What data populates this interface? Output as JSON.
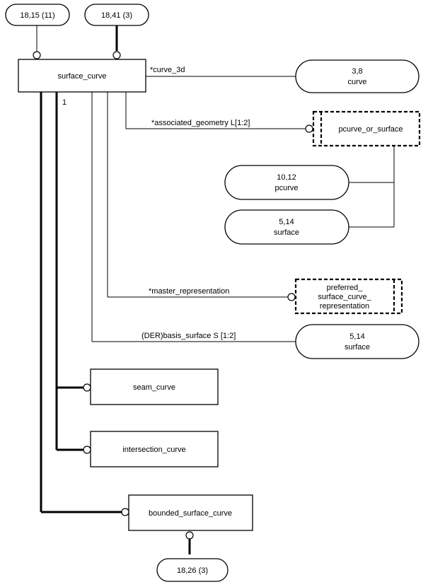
{
  "references": {
    "ref_top_left": "18,15 (11)",
    "ref_top_right": "18,41 (3)",
    "ref_bottom": "18,26 (3)"
  },
  "entities": {
    "surface_curve": "surface_curve",
    "seam_curve": "seam_curve",
    "intersection_curve": "intersection_curve",
    "bounded_surface_curve": "bounded_surface_curve"
  },
  "types": {
    "pcurve_or_surface": "pcurve_or_surface",
    "preferred_line1": "preferred_",
    "preferred_line2": "surface_curve_",
    "preferred_line3": "representation"
  },
  "targets": {
    "curve_3d_ref": "3,8",
    "curve_3d_name": "curve",
    "pcurve_ref": "10,12",
    "pcurve_name": "pcurve",
    "surface_ref": "5,14",
    "surface_name": "surface",
    "basis_ref": "5,14",
    "basis_name": "surface"
  },
  "attributes": {
    "curve_3d": "*curve_3d",
    "associated_geometry": "*associated_geometry L[1:2]",
    "master_representation": "*master_representation",
    "basis_surface": "(DER)basis_surface S [1:2]",
    "cardinality_one": "1"
  }
}
